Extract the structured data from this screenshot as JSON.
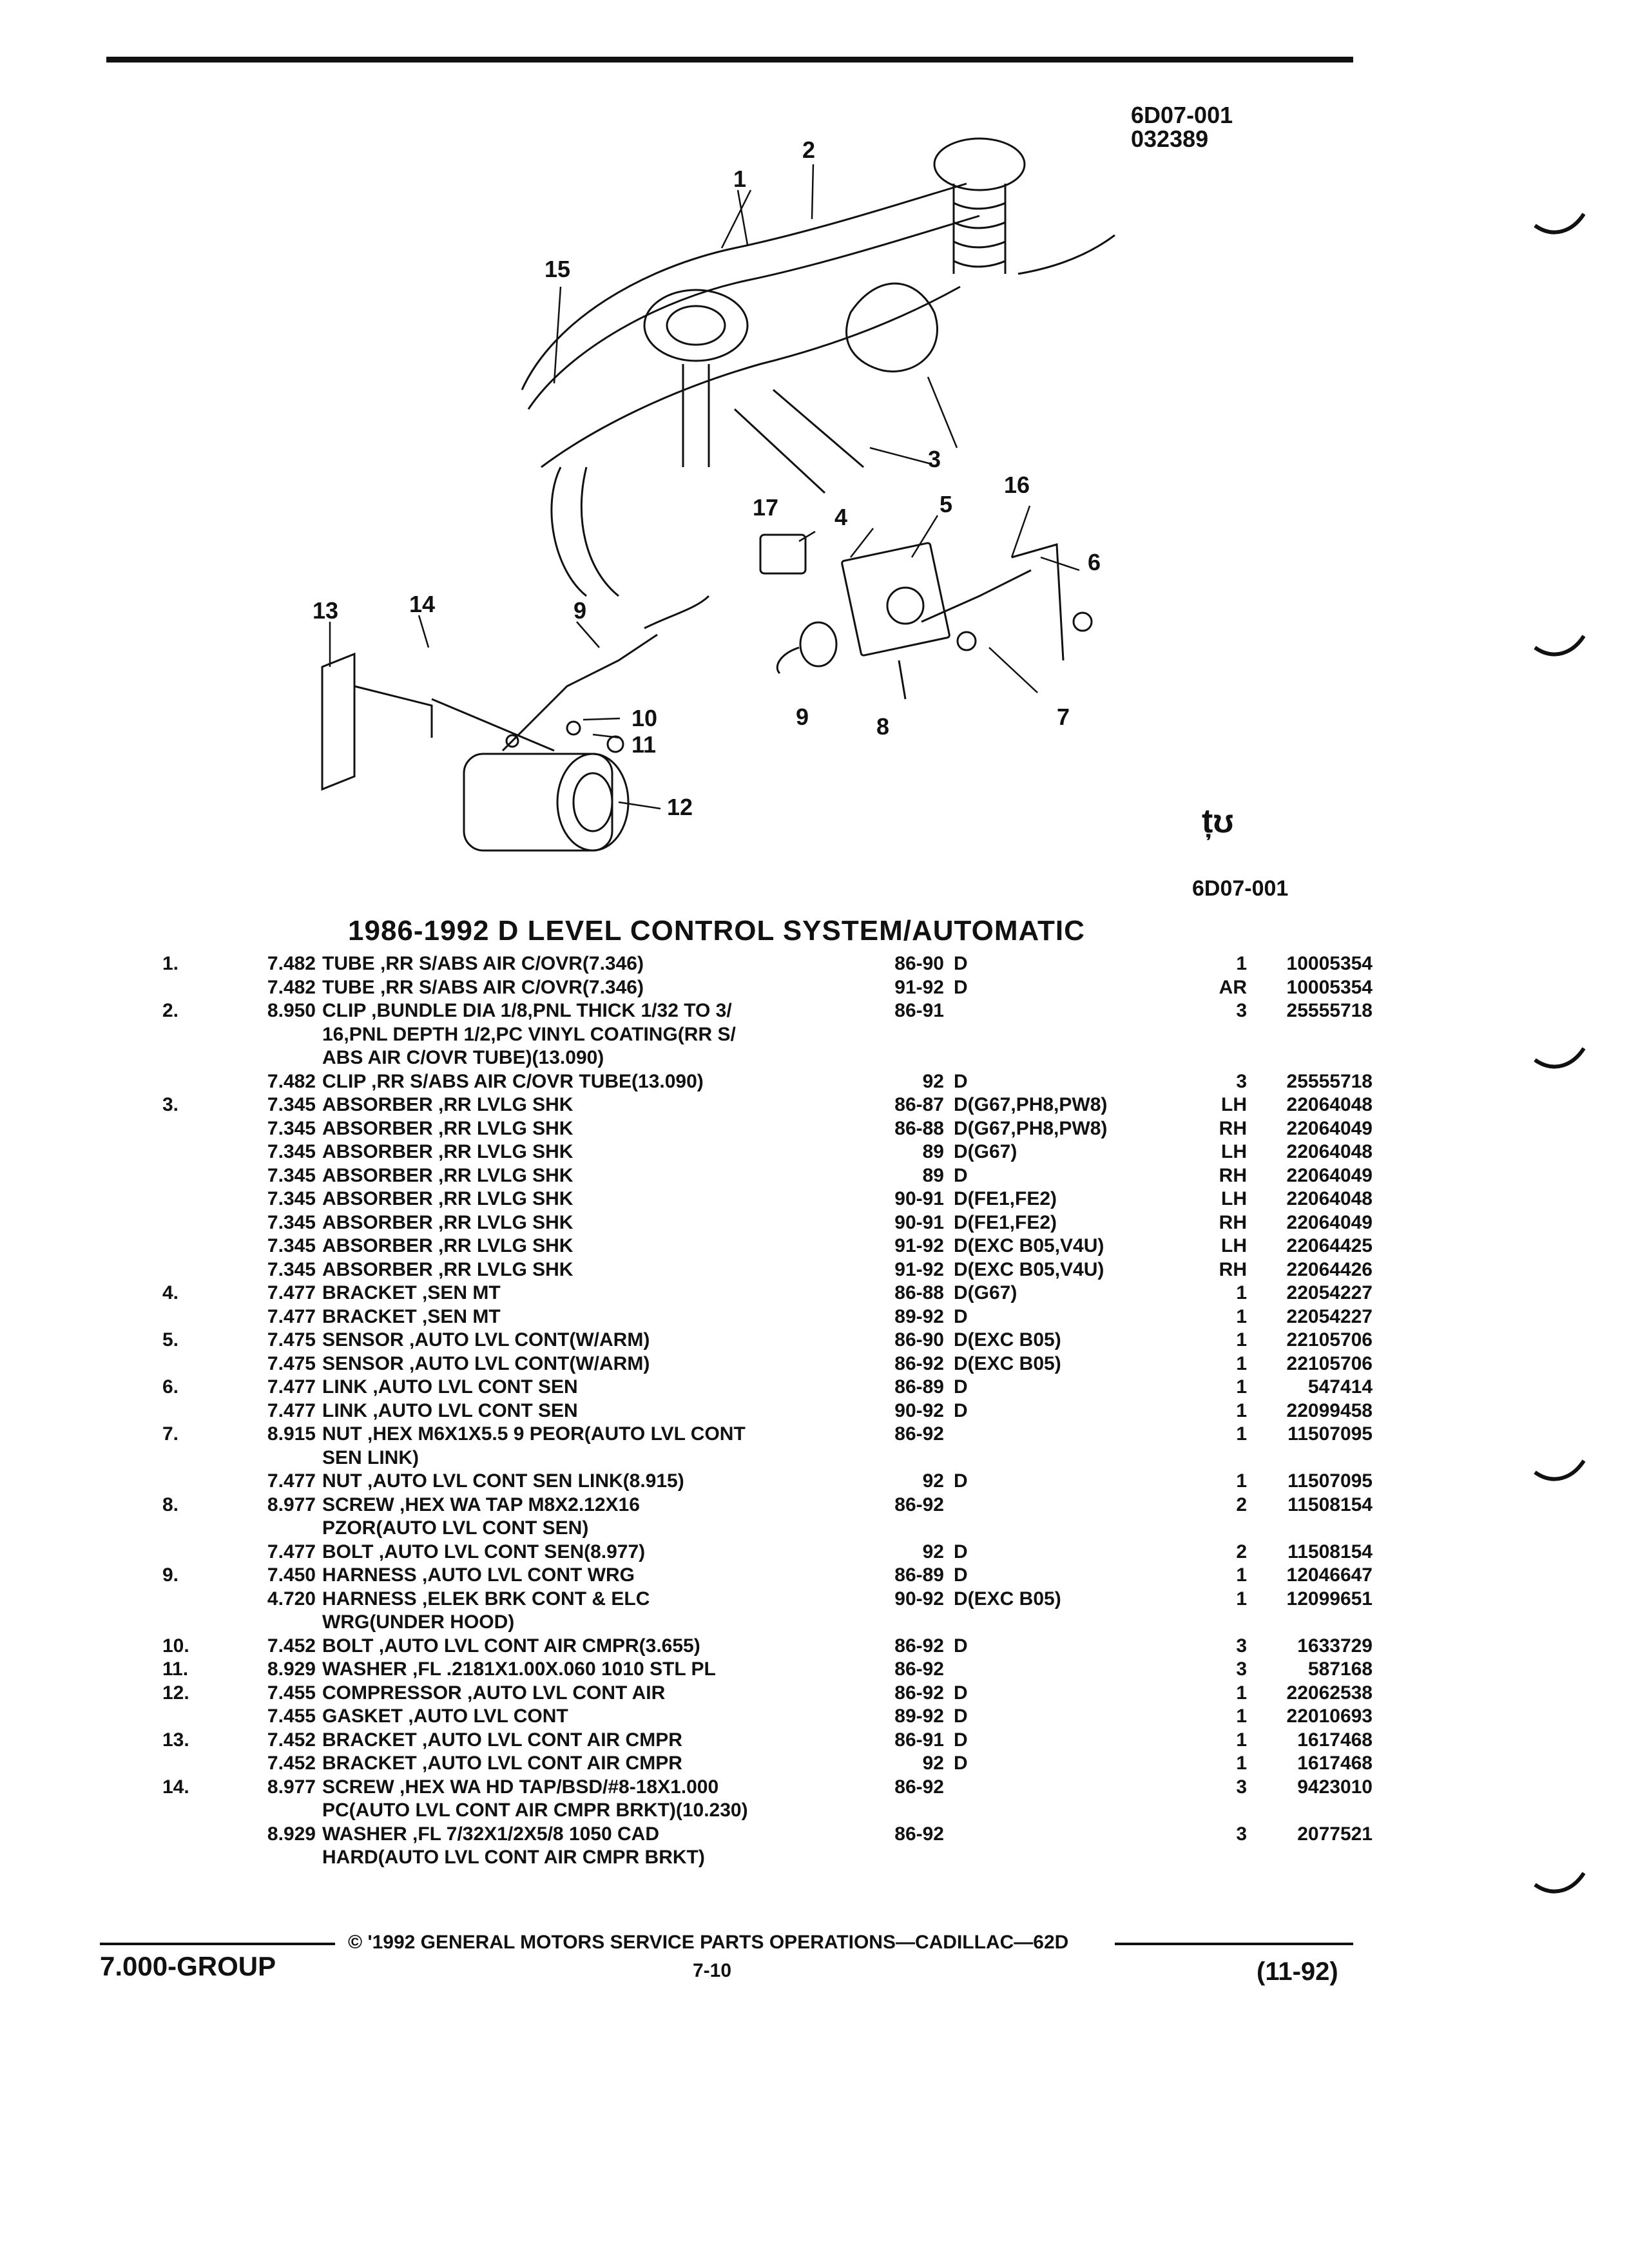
{
  "figure_id_top": [
    "6D07-001",
    "032389"
  ],
  "figure_ref": "6D07-001",
  "logo_text": "țʊ",
  "title": "1986-1992 D LEVEL CONTROL SYSTEM/AUTOMATIC",
  "callouts": [
    "1",
    "2",
    "15",
    "3",
    "16",
    "5",
    "17",
    "4",
    "6",
    "13",
    "14",
    "9",
    "10",
    "11",
    "12",
    "9",
    "8",
    "7"
  ],
  "rows": [
    {
      "ref": "1.",
      "grp": "7.482",
      "desc": "TUBE ,RR S/ABS AIR C/OVR(7.346)",
      "yr": "86-90",
      "code": "D",
      "qty": "1",
      "part": "10005354"
    },
    {
      "ref": "",
      "grp": "7.482",
      "desc": "TUBE ,RR S/ABS AIR C/OVR(7.346)",
      "yr": "91-92",
      "code": "D",
      "qty": "AR",
      "part": "10005354"
    },
    {
      "ref": "2.",
      "grp": "8.950",
      "desc": "CLIP ,BUNDLE DIA 1/8,PNL THICK 1/32 TO 3/",
      "yr": "86-91",
      "code": "",
      "qty": "3",
      "part": "25555718"
    },
    {
      "ref": "",
      "grp": "",
      "desc": "16,PNL DEPTH 1/2,PC VINYL COATING(RR S/",
      "yr": "",
      "code": "",
      "qty": "",
      "part": ""
    },
    {
      "ref": "",
      "grp": "",
      "desc": "ABS AIR C/OVR TUBE)(13.090)",
      "yr": "",
      "code": "",
      "qty": "",
      "part": ""
    },
    {
      "ref": "",
      "grp": "7.482",
      "desc": "CLIP ,RR S/ABS AIR C/OVR TUBE(13.090)",
      "yr": "92",
      "code": "D",
      "qty": "3",
      "part": "25555718"
    },
    {
      "ref": "3.",
      "grp": "7.345",
      "desc": "ABSORBER ,RR LVLG SHK",
      "yr": "86-87",
      "code": "D(G67,PH8,PW8)",
      "qty": "LH",
      "part": "22064048"
    },
    {
      "ref": "",
      "grp": "7.345",
      "desc": "ABSORBER ,RR LVLG SHK",
      "yr": "86-88",
      "code": "D(G67,PH8,PW8)",
      "qty": "RH",
      "part": "22064049"
    },
    {
      "ref": "",
      "grp": "7.345",
      "desc": "ABSORBER ,RR LVLG SHK",
      "yr": "89",
      "code": "D(G67)",
      "qty": "LH",
      "part": "22064048"
    },
    {
      "ref": "",
      "grp": "7.345",
      "desc": "ABSORBER ,RR LVLG SHK",
      "yr": "89",
      "code": "D",
      "qty": "RH",
      "part": "22064049"
    },
    {
      "ref": "",
      "grp": "7.345",
      "desc": "ABSORBER ,RR LVLG SHK",
      "yr": "90-91",
      "code": "D(FE1,FE2)",
      "qty": "LH",
      "part": "22064048"
    },
    {
      "ref": "",
      "grp": "7.345",
      "desc": "ABSORBER ,RR LVLG SHK",
      "yr": "90-91",
      "code": "D(FE1,FE2)",
      "qty": "RH",
      "part": "22064049"
    },
    {
      "ref": "",
      "grp": "7.345",
      "desc": "ABSORBER ,RR LVLG SHK",
      "yr": "91-92",
      "code": "D(EXC B05,V4U)",
      "qty": "LH",
      "part": "22064425"
    },
    {
      "ref": "",
      "grp": "7.345",
      "desc": "ABSORBER ,RR LVLG SHK",
      "yr": "91-92",
      "code": "D(EXC B05,V4U)",
      "qty": "RH",
      "part": "22064426"
    },
    {
      "ref": "4.",
      "grp": "7.477",
      "desc": "BRACKET ,SEN MT",
      "yr": "86-88",
      "code": "D(G67)",
      "qty": "1",
      "part": "22054227"
    },
    {
      "ref": "",
      "grp": "7.477",
      "desc": "BRACKET ,SEN MT",
      "yr": "89-92",
      "code": "D",
      "qty": "1",
      "part": "22054227"
    },
    {
      "ref": "5.",
      "grp": "7.475",
      "desc": "SENSOR ,AUTO LVL CONT(W/ARM)",
      "yr": "86-90",
      "code": "D(EXC B05)",
      "qty": "1",
      "part": "22105706"
    },
    {
      "ref": "",
      "grp": "7.475",
      "desc": "SENSOR ,AUTO LVL CONT(W/ARM)",
      "yr": "86-92",
      "code": "D(EXC B05)",
      "qty": "1",
      "part": "22105706"
    },
    {
      "ref": "6.",
      "grp": "7.477",
      "desc": "LINK ,AUTO LVL CONT SEN",
      "yr": "86-89",
      "code": "D",
      "qty": "1",
      "part": "547414"
    },
    {
      "ref": "",
      "grp": "7.477",
      "desc": "LINK ,AUTO LVL CONT SEN",
      "yr": "90-92",
      "code": "D",
      "qty": "1",
      "part": "22099458"
    },
    {
      "ref": "7.",
      "grp": "8.915",
      "desc": "NUT ,HEX M6X1X5.5 9 PEOR(AUTO LVL CONT",
      "yr": "86-92",
      "code": "",
      "qty": "1",
      "part": "11507095"
    },
    {
      "ref": "",
      "grp": "",
      "desc": "SEN LINK)",
      "yr": "",
      "code": "",
      "qty": "",
      "part": ""
    },
    {
      "ref": "",
      "grp": "7.477",
      "desc": "NUT ,AUTO LVL CONT SEN LINK(8.915)",
      "yr": "92",
      "code": "D",
      "qty": "1",
      "part": "11507095"
    },
    {
      "ref": "8.",
      "grp": "8.977",
      "desc": "SCREW ,HEX WA TAP M8X2.12X16",
      "yr": "86-92",
      "code": "",
      "qty": "2",
      "part": "11508154"
    },
    {
      "ref": "",
      "grp": "",
      "desc": "PZOR(AUTO LVL CONT SEN)",
      "yr": "",
      "code": "",
      "qty": "",
      "part": ""
    },
    {
      "ref": "",
      "grp": "7.477",
      "desc": "BOLT ,AUTO LVL CONT SEN(8.977)",
      "yr": "92",
      "code": "D",
      "qty": "2",
      "part": "11508154"
    },
    {
      "ref": "9.",
      "grp": "7.450",
      "desc": "HARNESS ,AUTO LVL CONT WRG",
      "yr": "86-89",
      "code": "D",
      "qty": "1",
      "part": "12046647"
    },
    {
      "ref": "",
      "grp": "4.720",
      "desc": "HARNESS ,ELEK BRK CONT & ELC",
      "yr": "90-92",
      "code": "D(EXC B05)",
      "qty": "1",
      "part": "12099651"
    },
    {
      "ref": "",
      "grp": "",
      "desc": "WRG(UNDER HOOD)",
      "yr": "",
      "code": "",
      "qty": "",
      "part": ""
    },
    {
      "ref": "10.",
      "grp": "7.452",
      "desc": "BOLT ,AUTO LVL CONT AIR CMPR(3.655)",
      "yr": "86-92",
      "code": "D",
      "qty": "3",
      "part": "1633729"
    },
    {
      "ref": "11.",
      "grp": "8.929",
      "desc": "WASHER ,FL .2181X1.00X.060 1010 STL PL",
      "yr": "86-92",
      "code": "",
      "qty": "3",
      "part": "587168"
    },
    {
      "ref": "12.",
      "grp": "7.455",
      "desc": "COMPRESSOR ,AUTO LVL CONT AIR",
      "yr": "86-92",
      "code": "D",
      "qty": "1",
      "part": "22062538"
    },
    {
      "ref": "",
      "grp": "7.455",
      "desc": "GASKET ,AUTO LVL CONT",
      "yr": "89-92",
      "code": "D",
      "qty": "1",
      "part": "22010693"
    },
    {
      "ref": "13.",
      "grp": "7.452",
      "desc": "BRACKET ,AUTO LVL CONT AIR CMPR",
      "yr": "86-91",
      "code": "D",
      "qty": "1",
      "part": "1617468"
    },
    {
      "ref": "",
      "grp": "7.452",
      "desc": "BRACKET ,AUTO LVL CONT AIR CMPR",
      "yr": "92",
      "code": "D",
      "qty": "1",
      "part": "1617468"
    },
    {
      "ref": "14.",
      "grp": "8.977",
      "desc": "SCREW ,HEX WA HD TAP/BSD/#8-18X1.000",
      "yr": "86-92",
      "code": "",
      "qty": "3",
      "part": "9423010"
    },
    {
      "ref": "",
      "grp": "",
      "desc": "PC(AUTO LVL CONT AIR CMPR BRKT)(10.230)",
      "yr": "",
      "code": "",
      "qty": "",
      "part": ""
    },
    {
      "ref": "",
      "grp": "8.929",
      "desc": "WASHER ,FL 7/32X1/2X5/8 1050 CAD",
      "yr": "86-92",
      "code": "",
      "qty": "3",
      "part": "2077521"
    },
    {
      "ref": "",
      "grp": "",
      "desc": "HARD(AUTO LVL CONT AIR CMPR BRKT)",
      "yr": "",
      "code": "",
      "qty": "",
      "part": ""
    }
  ],
  "footer": {
    "group": "7.000-GROUP",
    "copyright": "© '1992 GENERAL MOTORS SERVICE PARTS OPERATIONS—CADILLAC—62D",
    "page": "7-10",
    "date": "(11-92)"
  }
}
